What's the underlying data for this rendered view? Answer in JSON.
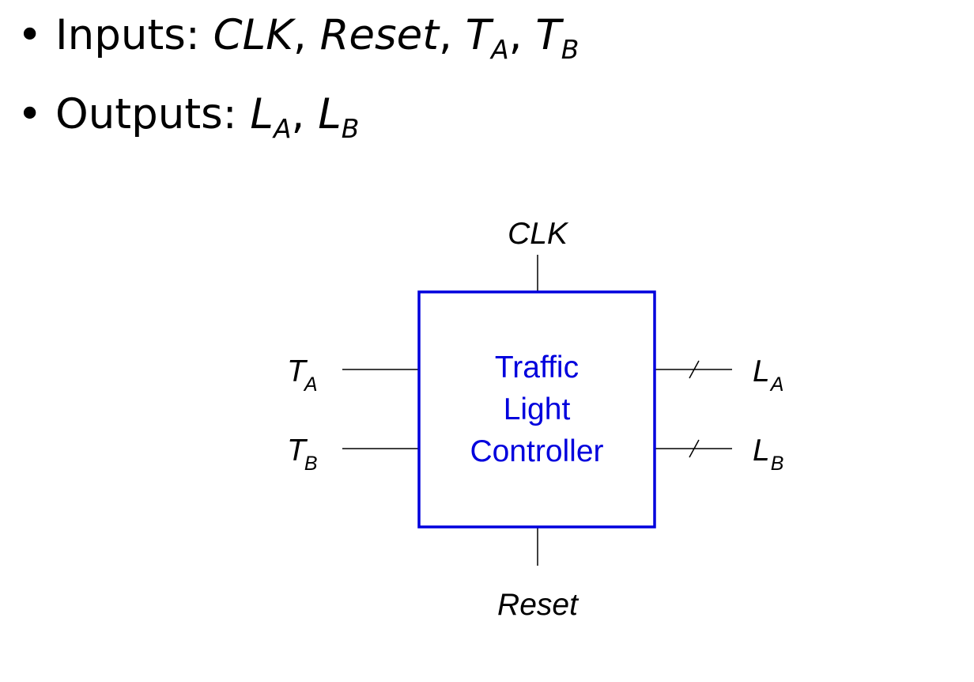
{
  "bullets": {
    "inputs": {
      "label": "Inputs: ",
      "clk": "CLK",
      "sep1": ", ",
      "reset": "Reset",
      "sep2": ", ",
      "ta_base": "T",
      "ta_sub": "A",
      "sep3": ", ",
      "tb_base": "T",
      "tb_sub": "B"
    },
    "outputs": {
      "label": "Outputs: ",
      "la_base": "L",
      "la_sub": "A",
      "sep1": ", ",
      "lb_base": "L",
      "lb_sub": "B"
    }
  },
  "diagram": {
    "box_lines": [
      "Traffic",
      "Light",
      "Controller"
    ],
    "clk": "CLK",
    "reset": "Reset",
    "ta_base": "T",
    "ta_sub": "A",
    "tb_base": "T",
    "tb_sub": "B",
    "la_base": "L",
    "la_sub": "A",
    "lb_base": "L",
    "lb_sub": "B",
    "box_color": "#0000dd",
    "wire_color": "#000000"
  }
}
